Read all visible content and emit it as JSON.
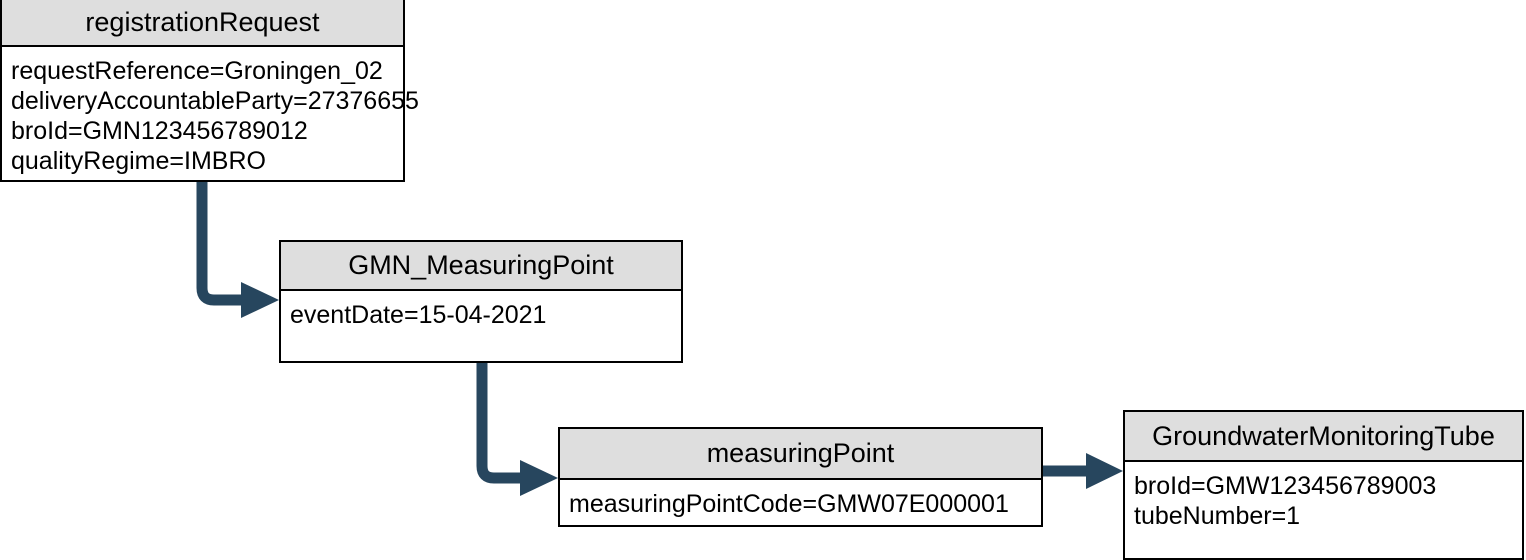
{
  "diagram": {
    "type": "uml-object-diagram",
    "background_color": "#ffffff",
    "border_color": "#000000",
    "header_fill": "#dedede",
    "connector_color": "#27465e",
    "boxes": [
      {
        "id": "registrationRequest",
        "title": "registrationRequest",
        "attributes": [
          "requestReference=Groningen_02",
          "deliveryAccountableParty=27376655",
          "broId=GMN123456789012",
          "qualityRegime=IMBRO"
        ]
      },
      {
        "id": "GMN_MeasuringPoint",
        "title": "GMN_MeasuringPoint",
        "attributes": [
          "eventDate=15-04-2021"
        ]
      },
      {
        "id": "measuringPoint",
        "title": "measuringPoint",
        "attributes": [
          "measuringPointCode=GMW07E000001"
        ]
      },
      {
        "id": "GroundwaterMonitoringTube",
        "title": "GroundwaterMonitoringTube",
        "attributes": [
          "broId=GMW123456789003",
          "tubeNumber=1"
        ]
      }
    ],
    "connectors": [
      {
        "id": "conn-1",
        "from": "registrationRequest",
        "to": "GMN_MeasuringPoint",
        "shape": "elbow-down-right"
      },
      {
        "id": "conn-2",
        "from": "GMN_MeasuringPoint",
        "to": "measuringPoint",
        "shape": "elbow-down-right"
      },
      {
        "id": "conn-3",
        "from": "measuringPoint",
        "to": "GroundwaterMonitoringTube",
        "shape": "straight-right"
      }
    ]
  }
}
